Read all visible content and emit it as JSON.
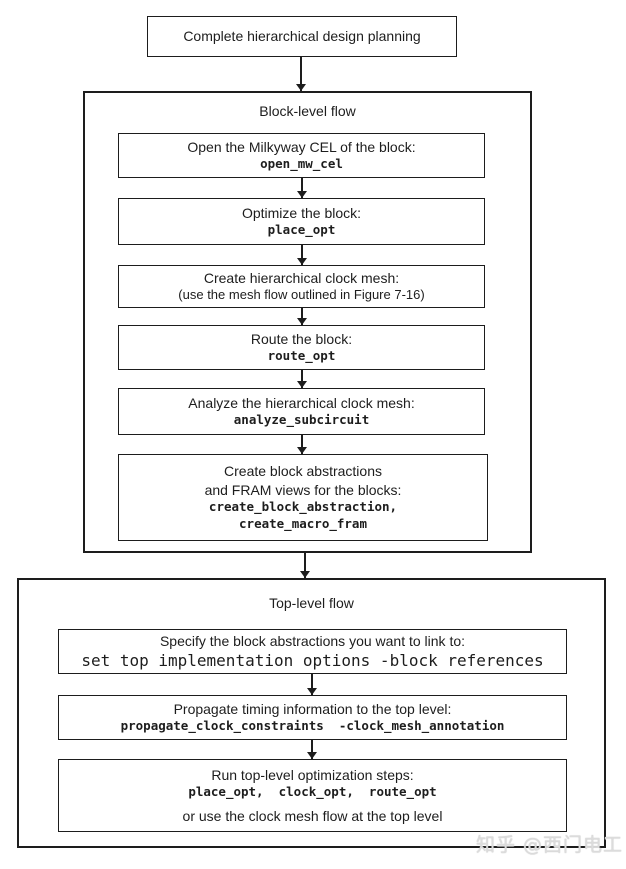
{
  "colors": {
    "line": "#1d1d1d",
    "text": "#1d1d1d",
    "background": "#ffffff",
    "watermark_text": "#dcdcdc"
  },
  "start_box": {
    "label": "Complete hierarchical design planning"
  },
  "block_flow": {
    "title": "Block-level flow",
    "steps": [
      {
        "desc": "Open the Milkyway CEL of the block:",
        "cmd": "open_mw_cel"
      },
      {
        "desc": "Optimize the block:",
        "cmd": "place_opt"
      },
      {
        "desc": "Create hierarchical clock mesh:",
        "note": "(use the mesh flow outlined in Figure 7-16)"
      },
      {
        "desc": "Route the block:",
        "cmd": "route_opt"
      },
      {
        "desc": "Analyze the hierarchical clock mesh:",
        "cmd": "analyze_subcircuit"
      },
      {
        "desc": "Create block abstractions",
        "desc2": "and FRAM views for the blocks:",
        "cmd": "create_block_abstraction,",
        "cmd2": "create_macro_fram"
      }
    ]
  },
  "top_flow": {
    "title": "Top-level flow",
    "steps": [
      {
        "desc": "Specify the block abstractions you want to link to:",
        "cmd": "set top implementation options -block references"
      },
      {
        "desc": "Propagate timing information to the top level:",
        "cmd": "propagate_clock_constraints  -clock_mesh_annotation"
      },
      {
        "desc": "Run top-level optimization steps:",
        "cmd": "place_opt,  clock_opt,  route_opt",
        "note": "or use the clock mesh flow at the top level"
      }
    ]
  },
  "watermark": {
    "text": "知乎 @西门电工"
  }
}
